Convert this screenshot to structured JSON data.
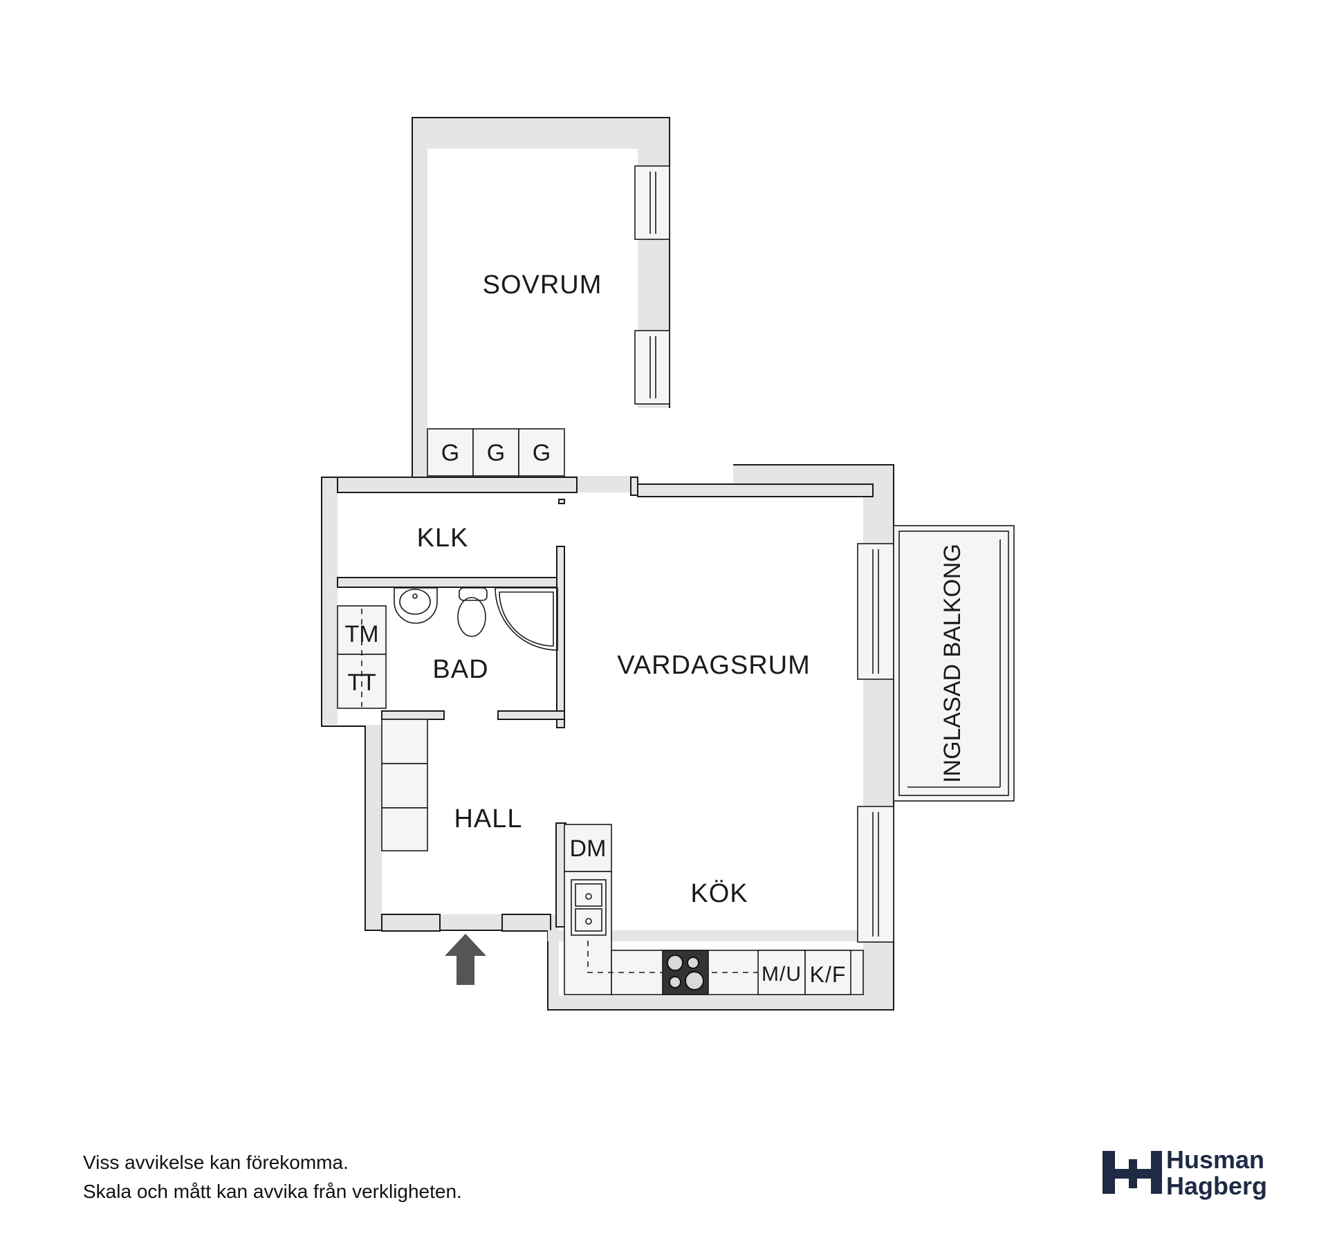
{
  "rooms": {
    "sovrum": "SOVRUM",
    "klk": "KLK",
    "bad": "BAD",
    "vardagsrum": "VARDAGSRUM",
    "hall": "HALL",
    "kok": "KÖK",
    "balkong": "INGLASAD BALKONG"
  },
  "fixtures": {
    "wardrobe": "G",
    "tm": "TM",
    "tt": "TT",
    "dm": "DM",
    "mu": "M/U",
    "kf": "K/F"
  },
  "disclaimer": {
    "line1": "Viss avvikelse kan förekomma.",
    "line2": "Skala och mått kan avvika från verkligheten."
  },
  "brand": {
    "line1": "Husman",
    "line2": "Hagberg",
    "color": "#1f2a44"
  }
}
